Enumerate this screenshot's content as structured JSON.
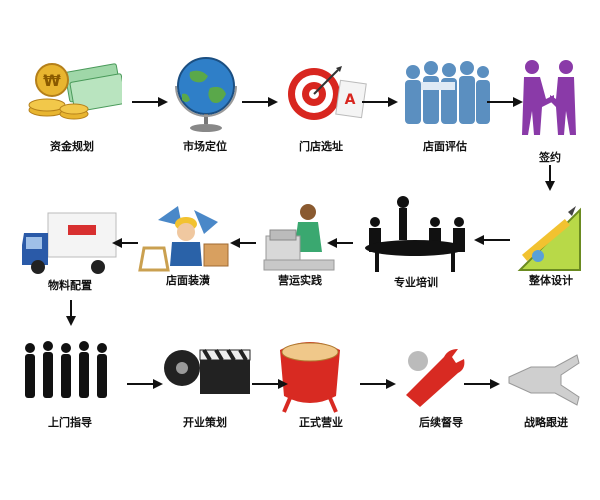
{
  "steps": [
    {
      "label": "资金规划",
      "icon": "money-coins-icon"
    },
    {
      "label": "市场定位",
      "icon": "globe-icon"
    },
    {
      "label": "门店选址",
      "icon": "target-arrow-icon"
    },
    {
      "label": "店面评估",
      "icon": "business-team-icon"
    },
    {
      "label": "签约",
      "icon": "handshake-icon"
    },
    {
      "label": "整体设计",
      "icon": "design-tools-icon"
    },
    {
      "label": "专业培训",
      "icon": "meeting-table-icon"
    },
    {
      "label": "营运实践",
      "icon": "cashier-icon"
    },
    {
      "label": "店面装潢",
      "icon": "construction-worker-icon"
    },
    {
      "label": "物料配置",
      "icon": "delivery-truck-icon"
    },
    {
      "label": "上门指导",
      "icon": "people-silhouettes-icon"
    },
    {
      "label": "开业策划",
      "icon": "film-clapper-icon"
    },
    {
      "label": "正式营业",
      "icon": "drum-icon"
    },
    {
      "label": "后续督导",
      "icon": "wrench-icon"
    },
    {
      "label": "战略跟进",
      "icon": "grey-wrench-icon"
    }
  ],
  "colors": {
    "arrow": "#111111",
    "label": "#111111"
  }
}
